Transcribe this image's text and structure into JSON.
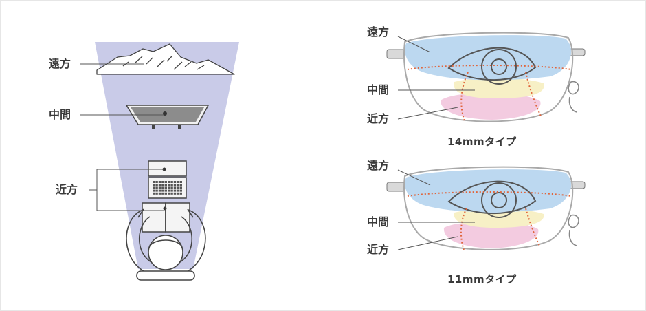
{
  "left_panel": {
    "labels": {
      "far": "遠方",
      "mid": "中間",
      "near": "近方"
    }
  },
  "right_panel": {
    "lens_14": {
      "far": "遠方",
      "mid": "中間",
      "near": "近方",
      "caption": "14mmタイプ"
    },
    "lens_11": {
      "far": "遠方",
      "mid": "中間",
      "near": "近方",
      "caption": "11mmタイプ"
    }
  },
  "colors": {
    "view_cone": "#c9cbe8",
    "far_zone": "#bcd8f0",
    "mid_zone": "#f7f0c6",
    "near_zone": "#f3cbe0",
    "boundary": "#e0643a",
    "line": "#555555"
  }
}
